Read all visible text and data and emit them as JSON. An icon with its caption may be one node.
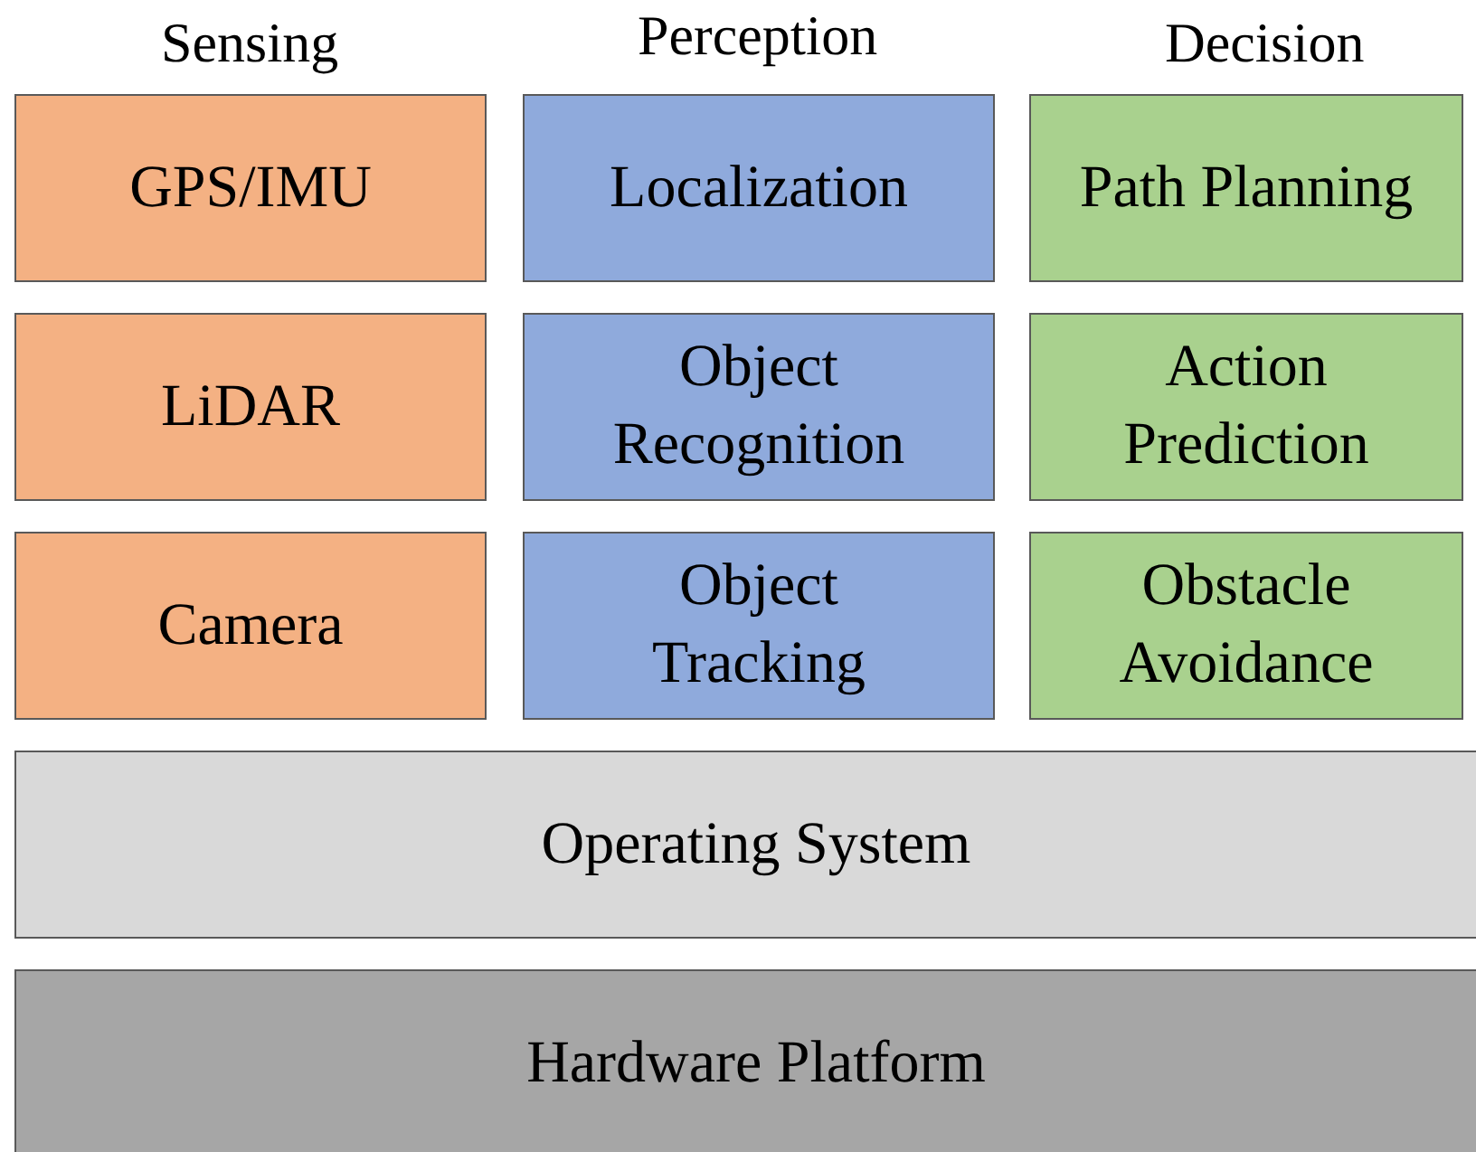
{
  "diagram": {
    "nodes": [
      {
        "text": [
          "GPS/IMU"
        ]
      },
      {
        "text": [
          "Localization"
        ]
      },
      {
        "text": [
          "Path Planning"
        ]
      },
      {
        "text": [
          "LiDAR"
        ]
      },
      {
        "text": [
          "Object Recognition"
        ]
      },
      {
        "text": [
          "Action Prediction"
        ]
      },
      {
        "text": [
          "Camera"
        ]
      },
      {
        "text": [
          "Object Tracking"
        ]
      },
      {
        "text": [
          "Obstacle Avoidance"
        ]
      },
      {
        "text": [
          "Operating System"
        ]
      },
      {
        "text": [
          "Hardware Platform"
        ]
      }
    ],
    "labels": [
      "Sensing",
      "Perception",
      "Decision"
    ]
  }
}
